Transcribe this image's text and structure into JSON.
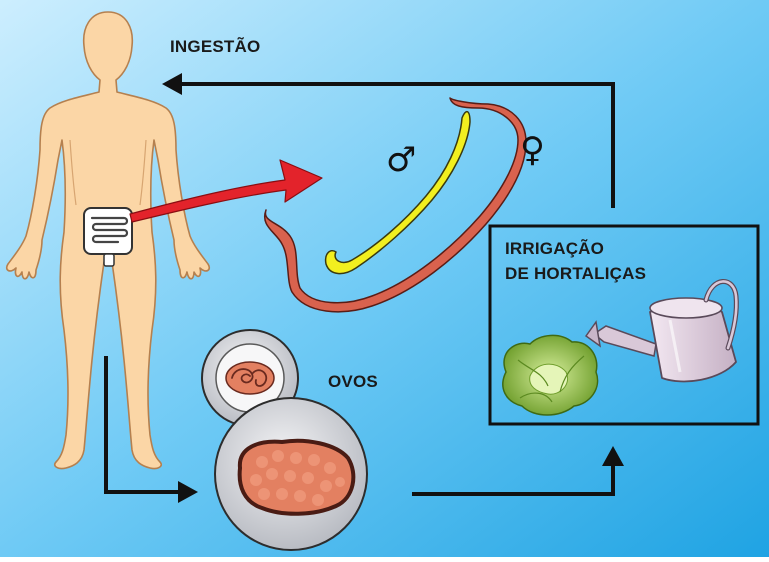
{
  "labels": {
    "ingestion": "INGESTÃO",
    "eggs": "OVOS",
    "irrigation_line1": "IRRIGAÇÃO",
    "irrigation_line2": "DE HORTALIÇAS"
  },
  "symbols": {
    "male": "♂",
    "female": "♀"
  },
  "colors": {
    "background_top": "#cdeefe",
    "background_bottom": "#1fa3e3",
    "body": "#fbd6a6",
    "female_worm": "#d9624e",
    "male_worm": "#f2ef1f",
    "arrow_red": "#e3232b",
    "egg_mass": "#e38061",
    "lettuce": "#8fc04a",
    "watering_can": "#d9c8d8"
  },
  "icons": [
    "human-body-icon",
    "intestine-icon",
    "female-worm-icon",
    "male-worm-icon",
    "egg-icon",
    "egg-mass-icon",
    "lettuce-icon",
    "watering-can-icon"
  ]
}
